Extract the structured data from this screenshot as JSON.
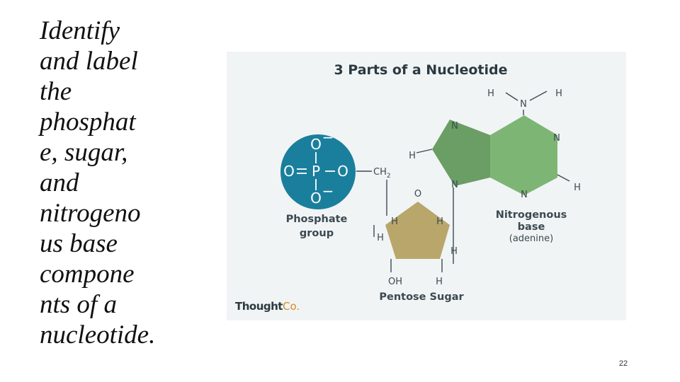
{
  "instruction": {
    "lines": [
      "Identify",
      "and label",
      "the",
      "phosphat",
      "e, sugar,",
      "and",
      "nitrogeno",
      "us base",
      "compone",
      "nts of a",
      "nucleotide."
    ]
  },
  "figure": {
    "title": "3 Parts of a Nucleotide",
    "colors": {
      "phosphate": "#1a7f9c",
      "sugar": "#b9a66b",
      "base_dark": "#6a9e64",
      "base_light": "#7db674",
      "background": "#f1f4f5",
      "brand_accent": "#d58b2a"
    },
    "phosphate": {
      "atoms": {
        "o_top": "O",
        "o_top_charge": "−",
        "o_left": "O",
        "p": "P",
        "o_right": "O",
        "o_bottom": "O",
        "o_bottom_charge": "−"
      },
      "label_line1": "Phosphate",
      "label_line2": "group"
    },
    "linker": {
      "ch": "CH",
      "ch_sub": "2"
    },
    "sugar": {
      "atoms": {
        "ring_o": "O",
        "h_left_inner": "H",
        "h_left_outer": "H",
        "h_right_inner": "H",
        "h_right_outer": "H",
        "oh": "OH",
        "h_bottom": "H"
      },
      "label": "Pentose Sugar"
    },
    "base": {
      "atoms": {
        "nh2_n": "N",
        "nh2_h_left": "H",
        "nh2_h_right": "H",
        "n7": "N",
        "h8": "H",
        "n9": "N",
        "n1": "N",
        "n3": "N",
        "h2": "H"
      },
      "label_line1": "Nitrogenous",
      "label_line2": "base",
      "label_line3": "(adenine)"
    },
    "brand": {
      "part1": "Thought",
      "part2": "Co."
    }
  },
  "page_number": "22"
}
